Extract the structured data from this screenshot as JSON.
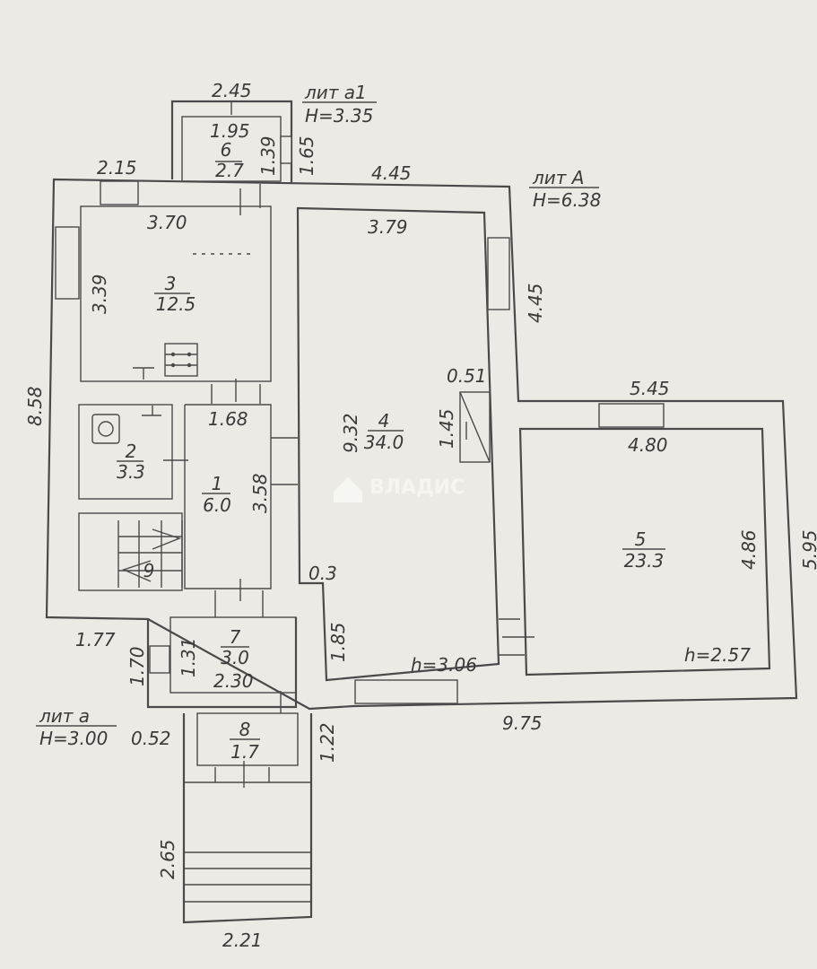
{
  "liter_a1": {
    "name": "лит а1",
    "height": "H=3.35"
  },
  "liter_A": {
    "name": "лит А",
    "height": "H=6.38"
  },
  "liter_a": {
    "name": "лит а",
    "height": "H=3.00"
  },
  "rooms": [
    {
      "number": "1",
      "area": "6.0"
    },
    {
      "number": "2",
      "area": "3.3"
    },
    {
      "number": "3",
      "area": "12.5"
    },
    {
      "number": "4",
      "area": "34.0"
    },
    {
      "number": "5",
      "area": "23.3"
    },
    {
      "number": "6",
      "area": "2.7"
    },
    {
      "number": "7",
      "area": "3.0"
    },
    {
      "number": "8",
      "area": "1.7"
    },
    {
      "number": "9",
      "area": ""
    }
  ],
  "dimensions": {
    "d_2_45": "2.45",
    "d_1_95": "1.95",
    "d_1_39": "1.39",
    "d_1_65": "1.65",
    "d_2_15": "2.15",
    "d_4_45_top": "4.45",
    "d_3_70": "3.70",
    "d_3_79": "3.79",
    "d_3_39": "3.39",
    "d_4_45_side": "4.45",
    "d_8_58": "8.58",
    "d_0_51": "0.51",
    "d_1_45": "1.45",
    "d_9_32": "9.32",
    "d_5_45": "5.45",
    "d_1_68": "1.68",
    "d_4_80": "4.80",
    "d_3_58": "3.58",
    "d_4_86": "4.86",
    "d_5_95": "5.95",
    "d_0_3": "0.3",
    "d_1_77": "1.77",
    "d_1_70": "1.70",
    "d_1_31": "1.31",
    "d_2_30": "2.30",
    "d_1_85": "1.85",
    "d_h_3_06": "h=3.06",
    "d_h_2_57": "h=2.57",
    "d_9_75": "9.75",
    "d_0_52": "0.52",
    "d_1_22": "1.22",
    "d_2_65": "2.65",
    "d_2_21": "2.21"
  },
  "watermark": "ВЛАДИС"
}
